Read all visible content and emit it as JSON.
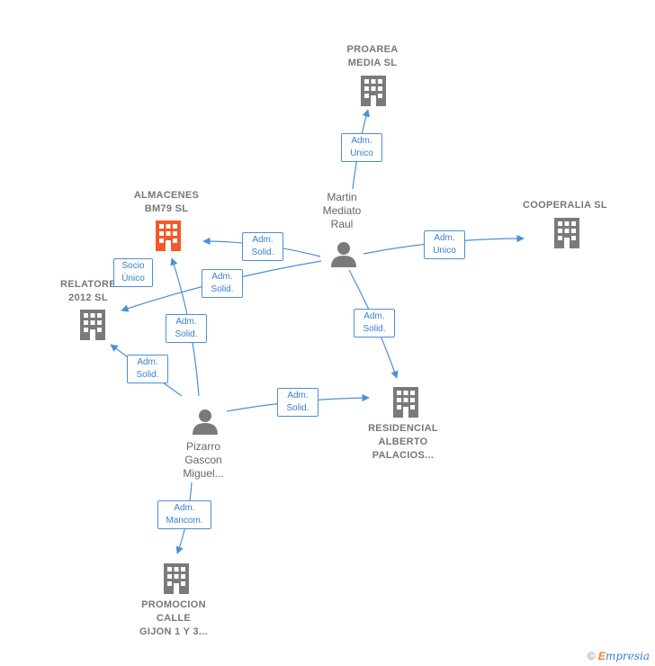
{
  "colors": {
    "edge": "#4a8fd9",
    "company": "#7a7a7a",
    "highlight": "#f4592a",
    "person": "#7a7a7a"
  },
  "nodes": {
    "proarea": {
      "label": "PROAREA\nMEDIA SL",
      "icon": "building-icon"
    },
    "almacenes": {
      "label": "ALMACENES\nBM79 SL",
      "icon": "building-icon"
    },
    "cooperalia": {
      "label": "COOPERALIA SL",
      "icon": "building-icon"
    },
    "relatore": {
      "label": "RELATORE\n2012 SL",
      "icon": "building-icon"
    },
    "residencial": {
      "label": "RESIDENCIAL\nALBERTO\nPALACIOS...",
      "icon": "building-icon"
    },
    "promocion": {
      "label": "PROMOCION\nCALLE\nGIJON 1 Y 3...",
      "icon": "building-icon"
    },
    "martin": {
      "label": "Martin\nMediato\nRaul",
      "icon": "person-icon"
    },
    "pizarro": {
      "label": "Pizarro\nGascon\nMiguel...",
      "icon": "person-icon"
    }
  },
  "edges": [
    {
      "id": "martin-proarea",
      "label": "Adm.\nUnico"
    },
    {
      "id": "martin-almacenes",
      "label": "Adm.\nSolid."
    },
    {
      "id": "martin-relatore",
      "label": "Adm.\nSolid."
    },
    {
      "id": "martin-cooperalia",
      "label": "Adm.\nUnico"
    },
    {
      "id": "martin-residencial",
      "label": "Adm.\nSolid."
    },
    {
      "id": "socio-unico",
      "label": "Socio\nÚnico"
    },
    {
      "id": "pizarro-almacenes",
      "label": "Adm.\nSolid."
    },
    {
      "id": "pizarro-relatore",
      "label": "Adm.\nSolid."
    },
    {
      "id": "pizarro-residencial",
      "label": "Adm.\nSolid."
    },
    {
      "id": "pizarro-promocion",
      "label": "Adm.\nMancom."
    }
  ],
  "footer": {
    "copyright": "©",
    "brand_first": "E",
    "brand_rest": "mpresia"
  }
}
